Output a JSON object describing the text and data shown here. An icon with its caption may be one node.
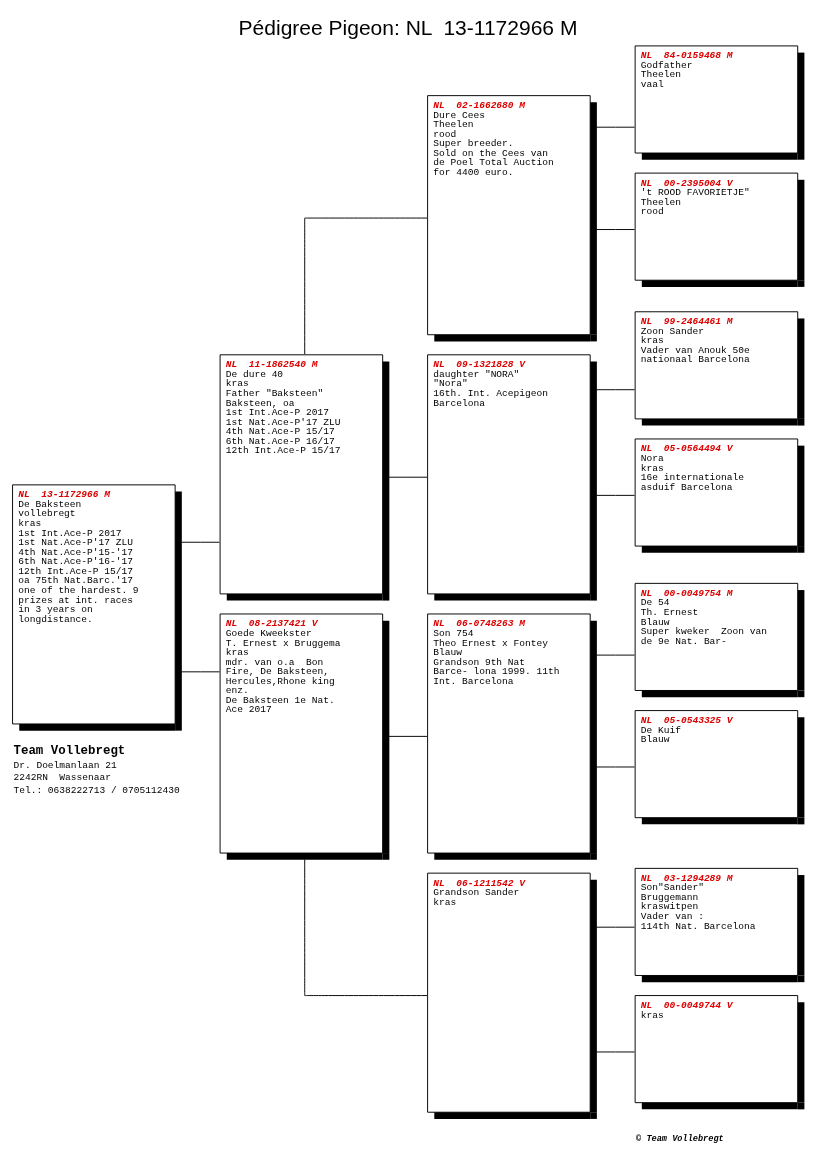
{
  "diagram": {
    "title": "Pédigree Pigeon: NL  13-1172966 M",
    "nodes": [
      {
        "text": [
          "NL  13-1172966 M",
          "De Baksteen",
          "vollebregt",
          "kras",
          "1st Int.Ace-P 2017",
          "1st Nat.Ace-P'17 ZLU",
          "4th Nat.Ace-P'15-'17",
          "6th Nat.Ace-P'16-'17",
          "12th Int.Ace-P 15/17",
          "oa 75th Nat.Barc.'17",
          "one of the hardest. 9 prizes at int. races in 3 years on longdistance."
        ]
      },
      {
        "text": [
          "NL  11-1862540 M",
          "De dure 40",
          "kras",
          "Father \"Baksteen\"",
          "Baksteen, oa",
          "1st Int.Ace-P 2017",
          "1st Nat.Ace-P'17 ZLU",
          "4th Nat.Ace-P 15/17",
          "6th Nat.Ace-P 16/17",
          "12th Int.Ace-P 15/17"
        ]
      },
      {
        "text": [
          "NL  08-2137421 V",
          "Goede Kweekster",
          "T. Ernest x Bruggema",
          "kras",
          "mdr. van o.a  Bon Fire, De Baksteen, Hercules,Rhone king enz.",
          "De Baksteen 1e Nat. Ace 2017"
        ]
      },
      {
        "text": [
          "NL  02-1662680 M",
          "Dure Cees",
          "Theelen",
          "rood",
          "Super breeder.",
          "Sold on the Cees van de Poel Total Auction for 4400 euro."
        ]
      },
      {
        "text": [
          "NL  09-1321828 V",
          "daughter \"NORA\"",
          "\"Nora\"",
          "16th. Int. Acepigeon Barcelona"
        ]
      },
      {
        "text": [
          "NL  06-0748263 M",
          "Son 754",
          "Theo Ernest x Fontey",
          "Blauw",
          "Grandson 9th Nat Barce- lona 1999. 11th Int. Barcelona"
        ]
      },
      {
        "text": [
          "NL  06-1211542 V",
          "Grandson Sander",
          "kras"
        ]
      },
      {
        "text": [
          "NL  84-0159468 M",
          "Godfather",
          "Theelen",
          "vaal"
        ]
      },
      {
        "text": [
          "NL  00-2395004 V",
          "'t ROOD FAVORIETJE\"",
          "Theelen",
          "rood"
        ]
      },
      {
        "text": [
          "NL  99-2464461 M",
          "Zoon Sander",
          "kras",
          "Vader van Anouk 50e nationaal Barcelona"
        ]
      },
      {
        "text": [
          "NL  05-0564494 V",
          "Nora",
          "kras",
          "16e internationale asduif Barcelona"
        ]
      },
      {
        "text": [
          "NL  00-0049754 M",
          "De 54",
          "Th. Ernest",
          "Blauw",
          "Super kweker  Zoon van de 9e Nat. Bar-"
        ]
      },
      {
        "text": [
          "NL  05-0543325 V",
          "De Kuif",
          "Blauw"
        ]
      },
      {
        "text": [
          "NL  03-1294289 M",
          "Son\"Sander\"",
          "Bruggemann",
          "kraswitpen",
          "Vader van :",
          "114th Nat. Barcelona"
        ]
      },
      {
        "text": [
          "NL  00-0049744 V",
          "kras"
        ]
      }
    ],
    "edges": [
      {
        "from": 0,
        "to": 1,
        "arrow": "none"
      },
      {
        "from": 0,
        "to": 2,
        "arrow": "none"
      },
      {
        "from": 1,
        "to": 3,
        "arrow": "none"
      },
      {
        "from": 1,
        "to": 4,
        "arrow": "none"
      },
      {
        "from": 2,
        "to": 5,
        "arrow": "none"
      },
      {
        "from": 2,
        "to": 6,
        "arrow": "none"
      },
      {
        "from": 3,
        "to": 7,
        "arrow": "none"
      },
      {
        "from": 3,
        "to": 8,
        "arrow": "none"
      },
      {
        "from": 4,
        "to": 9,
        "arrow": "none"
      },
      {
        "from": 4,
        "to": 10,
        "arrow": "none"
      },
      {
        "from": 5,
        "to": 11,
        "arrow": "none"
      },
      {
        "from": 5,
        "to": 12,
        "arrow": "none"
      },
      {
        "from": 6,
        "to": 13,
        "arrow": "none"
      },
      {
        "from": 6,
        "to": 14,
        "arrow": "none"
      }
    ],
    "labels": [
      "Team Vollebregt",
      "Dr. Doelmanlaan 21",
      "2242RN  Wassenaar",
      "Tel.: 0638222713 / 0705112430",
      "© Team Vollebregt"
    ]
  }
}
